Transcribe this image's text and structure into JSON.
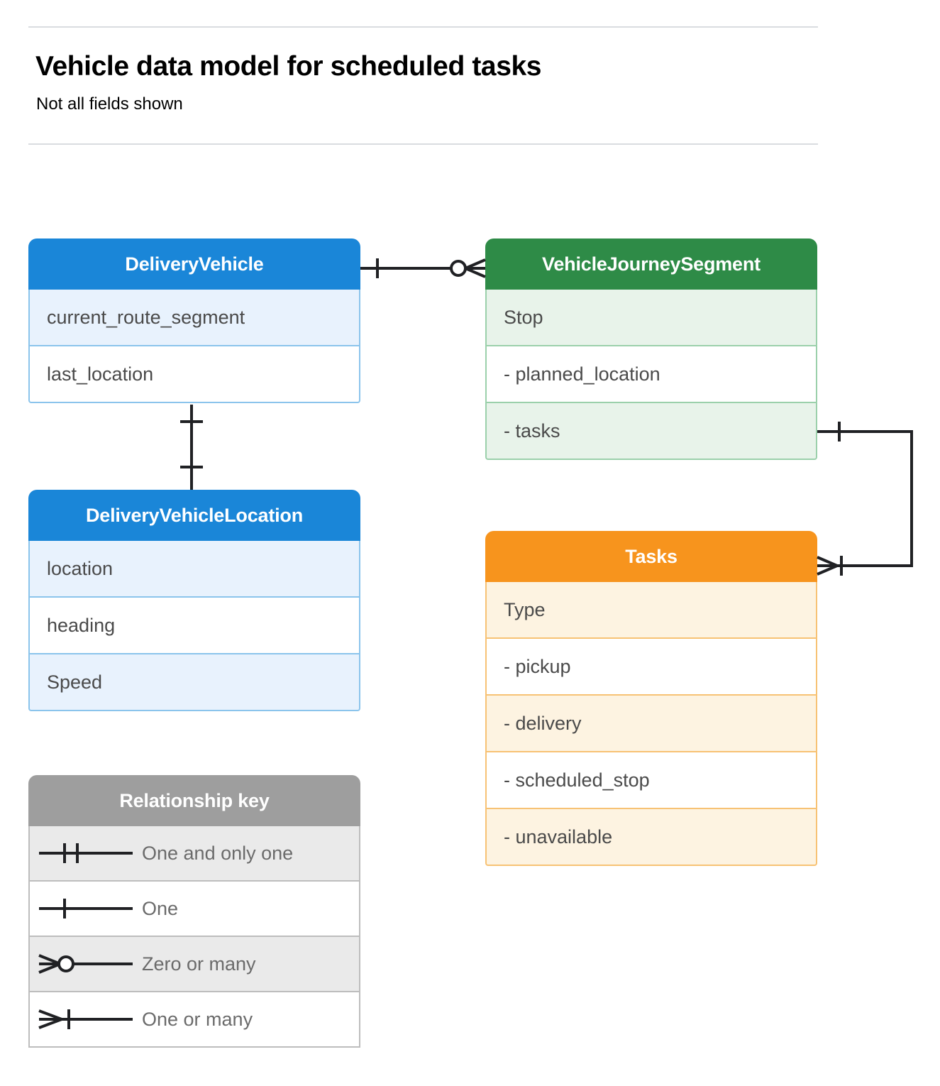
{
  "header": {
    "title": "Vehicle data model for scheduled tasks",
    "subtitle": "Not all fields shown"
  },
  "colors": {
    "blue": "#1a86d8",
    "green": "#2e8b47",
    "orange": "#f7941d",
    "gray": "#9e9e9e",
    "blue_tint": "#e8f2fd",
    "green_tint": "#e8f3ea",
    "orange_tint": "#fdf3e1",
    "gray_tint": "#eaeaea",
    "line": "#202124",
    "rule": "#dadce0"
  },
  "entities": [
    {
      "id": "delivery-vehicle",
      "name": "DeliveryVehicle",
      "theme": "blue",
      "rows": [
        "current_route_segment",
        "last_location"
      ]
    },
    {
      "id": "journey-segment",
      "name": "VehicleJourneySegment",
      "theme": "green",
      "rows": [
        "Stop",
        "-  planned_location",
        "- tasks"
      ]
    },
    {
      "id": "vehicle-location",
      "name": "DeliveryVehicleLocation",
      "theme": "blue",
      "rows": [
        "location",
        "heading",
        "Speed"
      ]
    },
    {
      "id": "tasks",
      "name": "Tasks",
      "theme": "orange",
      "rows": [
        "-  pickup",
        "-  delivery",
        "-  scheduled_stop",
        "-  unavailable"
      ]
    }
  ],
  "tasks_type_row": "Type",
  "legend": {
    "title": "Relationship key",
    "items": [
      {
        "symbol": "one-and-only-one-icon",
        "label": "One and only one"
      },
      {
        "symbol": "one-icon",
        "label": "One"
      },
      {
        "symbol": "zero-or-many-icon",
        "label": "Zero or many"
      },
      {
        "symbol": "one-or-many-icon",
        "label": "One or many"
      }
    ]
  },
  "relationships": [
    {
      "id": "vehicle-to-segment",
      "from": "DeliveryVehicle",
      "to": "VehicleJourneySegment",
      "from_cardinality": "One",
      "to_cardinality": "Zero or many"
    },
    {
      "id": "vehicle-to-location",
      "from": "DeliveryVehicle",
      "to": "DeliveryVehicleLocation",
      "from_cardinality": "One",
      "to_cardinality": "One"
    },
    {
      "id": "segment-tasks-to-tasks",
      "from": "VehicleJourneySegment.tasks",
      "to": "Tasks",
      "from_cardinality": "One",
      "to_cardinality": "One or many"
    }
  ]
}
